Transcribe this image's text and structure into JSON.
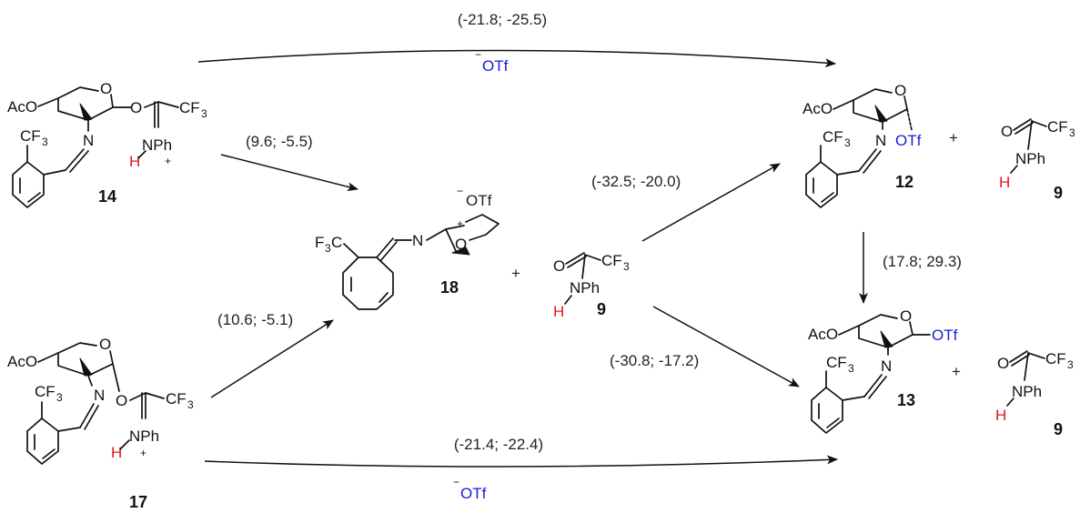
{
  "colors": {
    "text": "#222222",
    "hydrogen": "#e8131b",
    "triflate": "#1a1adb",
    "bond": "#111111"
  },
  "arrows": {
    "a14_12": "(-21.8; -25.5)",
    "a14_18": "(9.6; -5.5)",
    "a17_18": "(10.6; -5.1)",
    "a18_12": "(-32.5; -20.0)",
    "a18_13": "(-30.8; -17.2)",
    "a12_13": "(17.8; 29.3)",
    "a17_13": "(-21.4; -22.4)"
  },
  "counterion": "OTf",
  "counterion_charge": "−",
  "plus": "+",
  "positive": "+",
  "compounds": {
    "c14": "14",
    "c17": "17",
    "c18": "18",
    "c12": "12",
    "c13": "13",
    "c9": "9"
  },
  "atoms": {
    "aco": "AcO",
    "o": "O",
    "n": "N",
    "cf": "CF",
    "three": "3",
    "nph": "NPh",
    "h": "H",
    "f3c": "F",
    "f3c_three": "3",
    "f3c_c": "C",
    "otf": "OTf"
  }
}
